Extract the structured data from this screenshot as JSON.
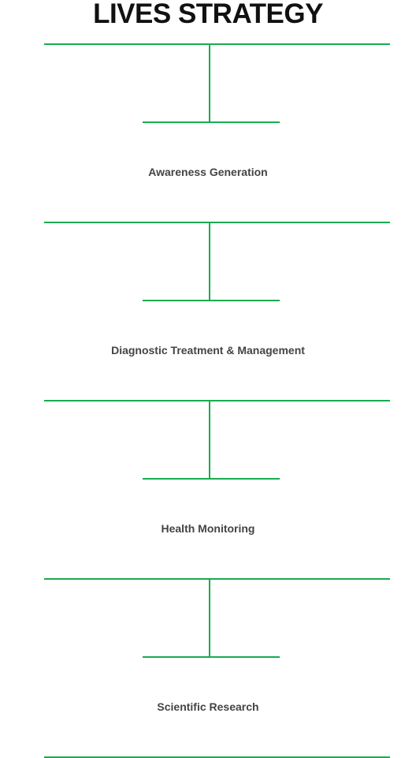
{
  "title": "LIVES STRATEGY",
  "colors": {
    "connector": "#1aab4f",
    "title": "#111111",
    "label": "#444444"
  },
  "stages": [
    {
      "label": "Awareness Generation"
    },
    {
      "label": "Diagnostic Treatment & Management"
    },
    {
      "label": "Health Monitoring"
    },
    {
      "label": "Scientific Research"
    }
  ]
}
